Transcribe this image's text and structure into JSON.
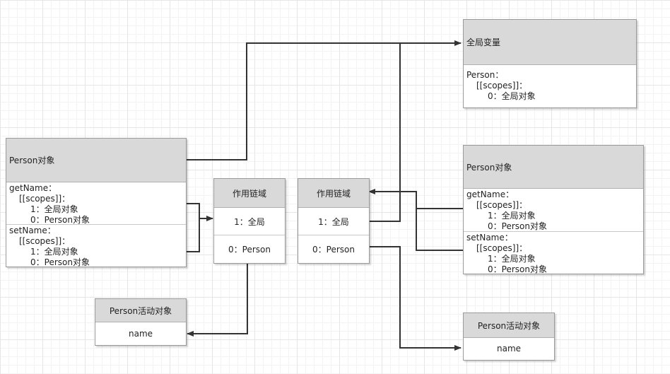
{
  "global_box": {
    "title": "全局变量",
    "lines": [
      "Person：",
      "[[scopes]]：",
      "0：全局对象"
    ]
  },
  "person_left": {
    "title": "Person对象",
    "get_lines": [
      "getName：",
      "[[scopes]]：",
      "1：全局对象",
      "0：Person对象"
    ],
    "set_lines": [
      "setName：",
      "[[scopes]]：",
      "1：全局对象",
      "0：Person对象"
    ]
  },
  "person_right": {
    "title": "Person对象",
    "get_lines": [
      "getName：",
      "[[scopes]]：",
      "1：全局对象",
      "0：Person对象"
    ],
    "set_lines": [
      "setName：",
      "[[scopes]]：",
      "1：全局对象",
      "0：Person对象"
    ]
  },
  "chain_left": {
    "title": "作用链域",
    "item1": "1：全局",
    "item0": "0：Person"
  },
  "chain_right": {
    "title": "作用链域",
    "item1": "1：全局",
    "item0": "0：Person"
  },
  "activation_left": {
    "title": "Person活动对象",
    "field": "name"
  },
  "activation_right": {
    "title": "Person活动对象",
    "field": "name"
  }
}
